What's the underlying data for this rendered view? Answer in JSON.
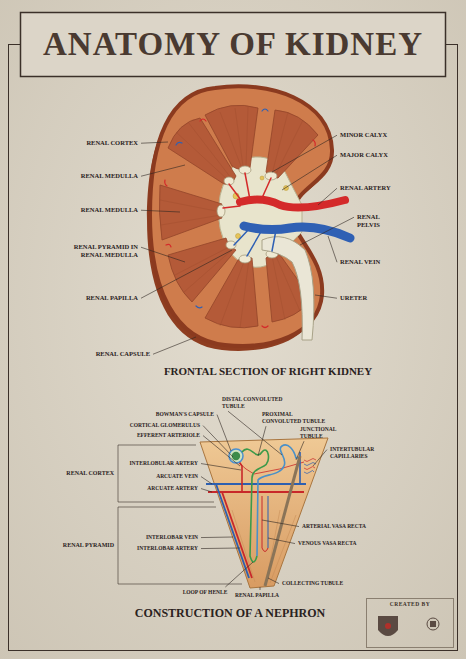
{
  "diagram": {
    "title": "ANATOMY OF KIDNEY",
    "nodes": [
      {
        "text": [
          "CREATED BY"
        ]
      }
    ],
    "labels": [
      "RENAL CORTEX",
      "RENAL MEDULLA",
      "RENAL MEDULLA",
      "RENAL PYRAMID IN RENAL MEDULLA",
      "RENAL PAPILLA",
      "RENAL CAPSULE",
      "MINOR CALYX",
      "MAJOR CALYX",
      "RENAL ARTERY",
      "RENAL PELVIS",
      "RENAL VEIN",
      "URETER",
      "FRONTAL SECTION OF RIGHT KIDNEY",
      "DISTAL CONVOLUTED TUBULE",
      "PROXIMAL CONVOLUTED TUBULE",
      "BOWMAN'S CAPSULE",
      "JUNCTIONAL TUBULE",
      "CORTICAL GLOMERULUS",
      "EFFERENT ARTERIOLE",
      "INTERTUBULAR CAPILLARIES",
      "INTERLOBULAR ARTERY",
      "RENAL CORTEX",
      "ARCUATE VEIN",
      "ARCUATE ARTERY",
      "INTERLOBAR VEIN",
      "INTERLOBAR ARTERY",
      "RENAL PYRAMID",
      "ARTERIAL VASA RECTA",
      "VENOUS VASA RECTA",
      "LOOP OF HENLE",
      "RENAL PAPILLA",
      "COLLECTING TUBULE",
      "CONSTRUCTION OF A NEPHRON"
    ]
  }
}
